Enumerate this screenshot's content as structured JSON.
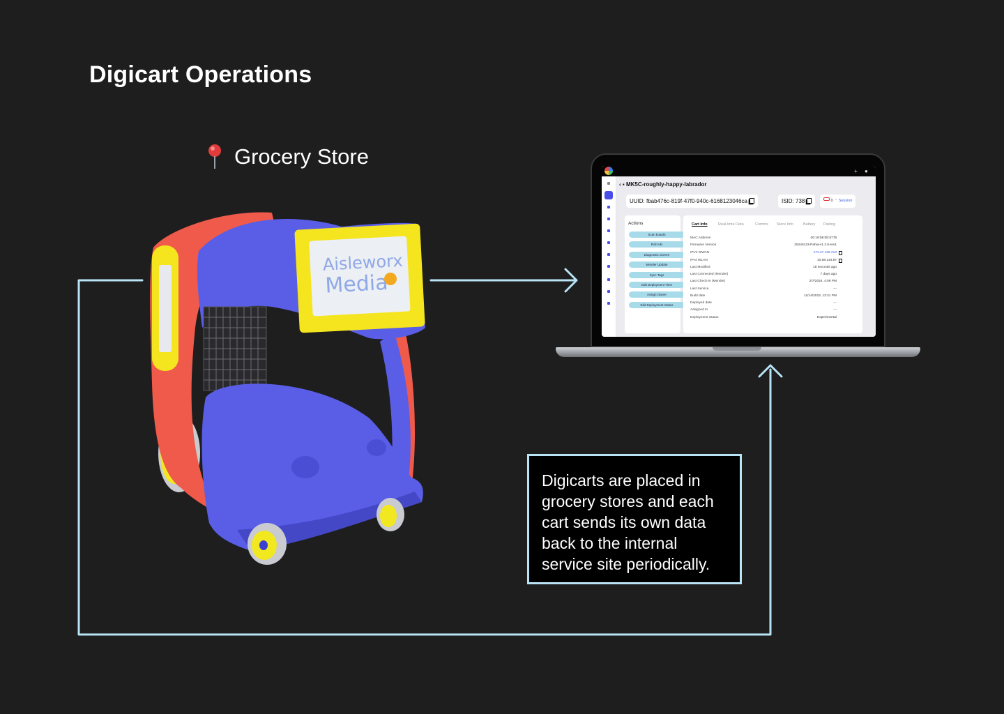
{
  "page": {
    "title": "Digicart Operations",
    "location": "Grocery Store",
    "callout": "Digicarts are placed in grocery stores and each cart sends its own data back to the internal service site periodically."
  },
  "colors": {
    "background": "#1e1e1e",
    "connector": "#b8e4f6",
    "cart_body": "#5a5ee6",
    "cart_frame": "#f05a4a",
    "cart_sign": "#f5e51f"
  },
  "cart": {
    "sign_line1": "Aisleworx",
    "sign_line2": "Media"
  },
  "app": {
    "title": "MK5C-roughly-happy-labrador",
    "uuid_chip": "UUID: fbab476c-819f-47f0-940c-6168123046ca",
    "isid_chip": "ISID: 738",
    "status_count": "0",
    "session_label": "Session",
    "actions_title": "Actions",
    "actions": [
      "Scan boards",
      "Roll Ads",
      "Diagnostic Screen",
      "Mender Update",
      "Sync Tags",
      "Edit Deployment Time",
      "Assign Owner",
      "Edit Deployment Status"
    ],
    "tabs": [
      "Cart Info",
      "Real-time Data",
      "Comms",
      "Store Info",
      "Battery",
      "Pairing"
    ],
    "active_tab": "Cart Info",
    "rows": [
      {
        "label": "MAC Address",
        "value": "00:19:b8:0b:57:f8"
      },
      {
        "label": "Firmware Version",
        "value": "20240123-Pahia-v1.2.5-rev1"
      },
      {
        "label": "IPV4 WWAN",
        "value": "172.27.165.213"
      },
      {
        "label": "IPv4 WLAN",
        "value": "10.98.144.87"
      },
      {
        "label": "Last Modified",
        "value": "18 seconds ago"
      },
      {
        "label": "Last Connected (Mender)",
        "value": "7 days ago"
      },
      {
        "label": "Last Check-In (Mender)",
        "value": "2/7/2024, 4:09 PM"
      },
      {
        "label": "Last Service",
        "value": "---"
      },
      {
        "label": "Build date",
        "value": "11/14/2023, 12:21 PM"
      },
      {
        "label": "Deployed date",
        "value": "---"
      },
      {
        "label": "Assigned to",
        "value": "---"
      },
      {
        "label": "Deployment Status",
        "value": "Experimental"
      }
    ]
  }
}
